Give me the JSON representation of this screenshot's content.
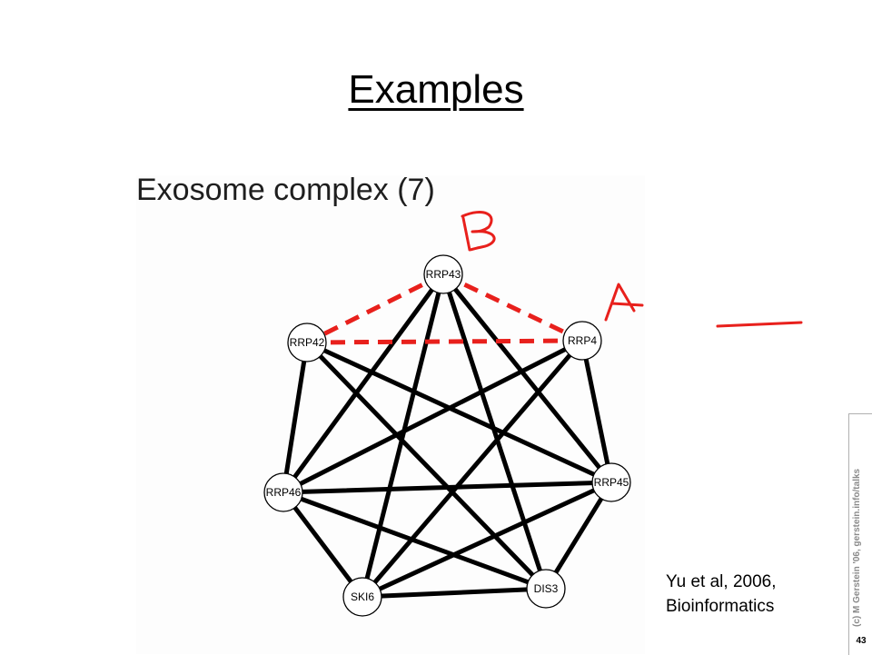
{
  "slide": {
    "title": "Examples",
    "subtitle": "Exosome complex (7)",
    "citation_line1": "Yu et al, 2006,",
    "citation_line2": "Bioinformatics",
    "side_credit": "(c) M Gerstein '06, gerstein.info/talks",
    "page_number": "43"
  },
  "network": {
    "nodes": [
      "RRP43",
      "RRP42",
      "RRP4",
      "RRP46",
      "RRP45",
      "SKI6",
      "DIS3"
    ],
    "solid_edges": [
      [
        "RRP43",
        "RRP46"
      ],
      [
        "RRP43",
        "RRP45"
      ],
      [
        "RRP43",
        "SKI6"
      ],
      [
        "RRP43",
        "DIS3"
      ],
      [
        "RRP42",
        "RRP46"
      ],
      [
        "RRP42",
        "RRP45"
      ],
      [
        "RRP42",
        "DIS3"
      ],
      [
        "RRP4",
        "RRP45"
      ],
      [
        "RRP4",
        "RRP46"
      ],
      [
        "RRP4",
        "SKI6"
      ],
      [
        "RRP46",
        "RRP45"
      ],
      [
        "RRP46",
        "SKI6"
      ],
      [
        "RRP46",
        "DIS3"
      ],
      [
        "RRP45",
        "SKI6"
      ],
      [
        "RRP45",
        "DIS3"
      ],
      [
        "SKI6",
        "DIS3"
      ]
    ],
    "dashed_edges": [
      [
        "RRP43",
        "RRP42"
      ],
      [
        "RRP43",
        "RRP4"
      ],
      [
        "RRP42",
        "RRP4"
      ]
    ],
    "annotations": [
      "B",
      "A"
    ],
    "colors": {
      "edge": "#000000",
      "dashed_edge": "#e8201c",
      "annotation_ink": "#e8201c"
    }
  }
}
